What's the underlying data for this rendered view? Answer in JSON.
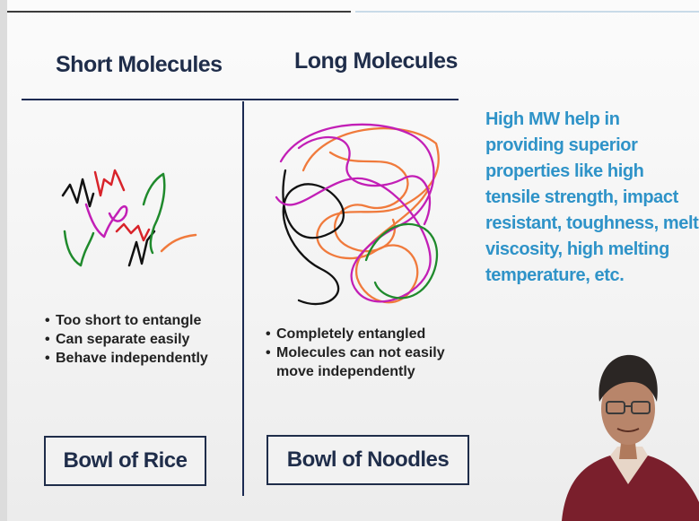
{
  "slide": {
    "left_title": "Short Molecules",
    "right_title": "Long Molecules",
    "left_bullets": [
      "Too short to entangle",
      "Can separate easily",
      "Behave independently"
    ],
    "right_bullets": [
      "Completely entangled",
      "Molecules can not easily move independently"
    ],
    "left_box_label": "Bowl of Rice",
    "right_box_label": "Bowl of Noodles",
    "side_text": "High MW help in providing superior properties like high tensile strength, impact resistant, toughness, melt viscosity, high melting temperature, etc."
  },
  "colors": {
    "title": "#1f2d4a",
    "divider": "#1b2a52",
    "side_text": "#2f93c8",
    "chain_black": "#111111",
    "chain_red": "#d8232a",
    "chain_magenta": "#c21fb6",
    "chain_green": "#1f8a2c",
    "chain_orange": "#f07a3c"
  }
}
